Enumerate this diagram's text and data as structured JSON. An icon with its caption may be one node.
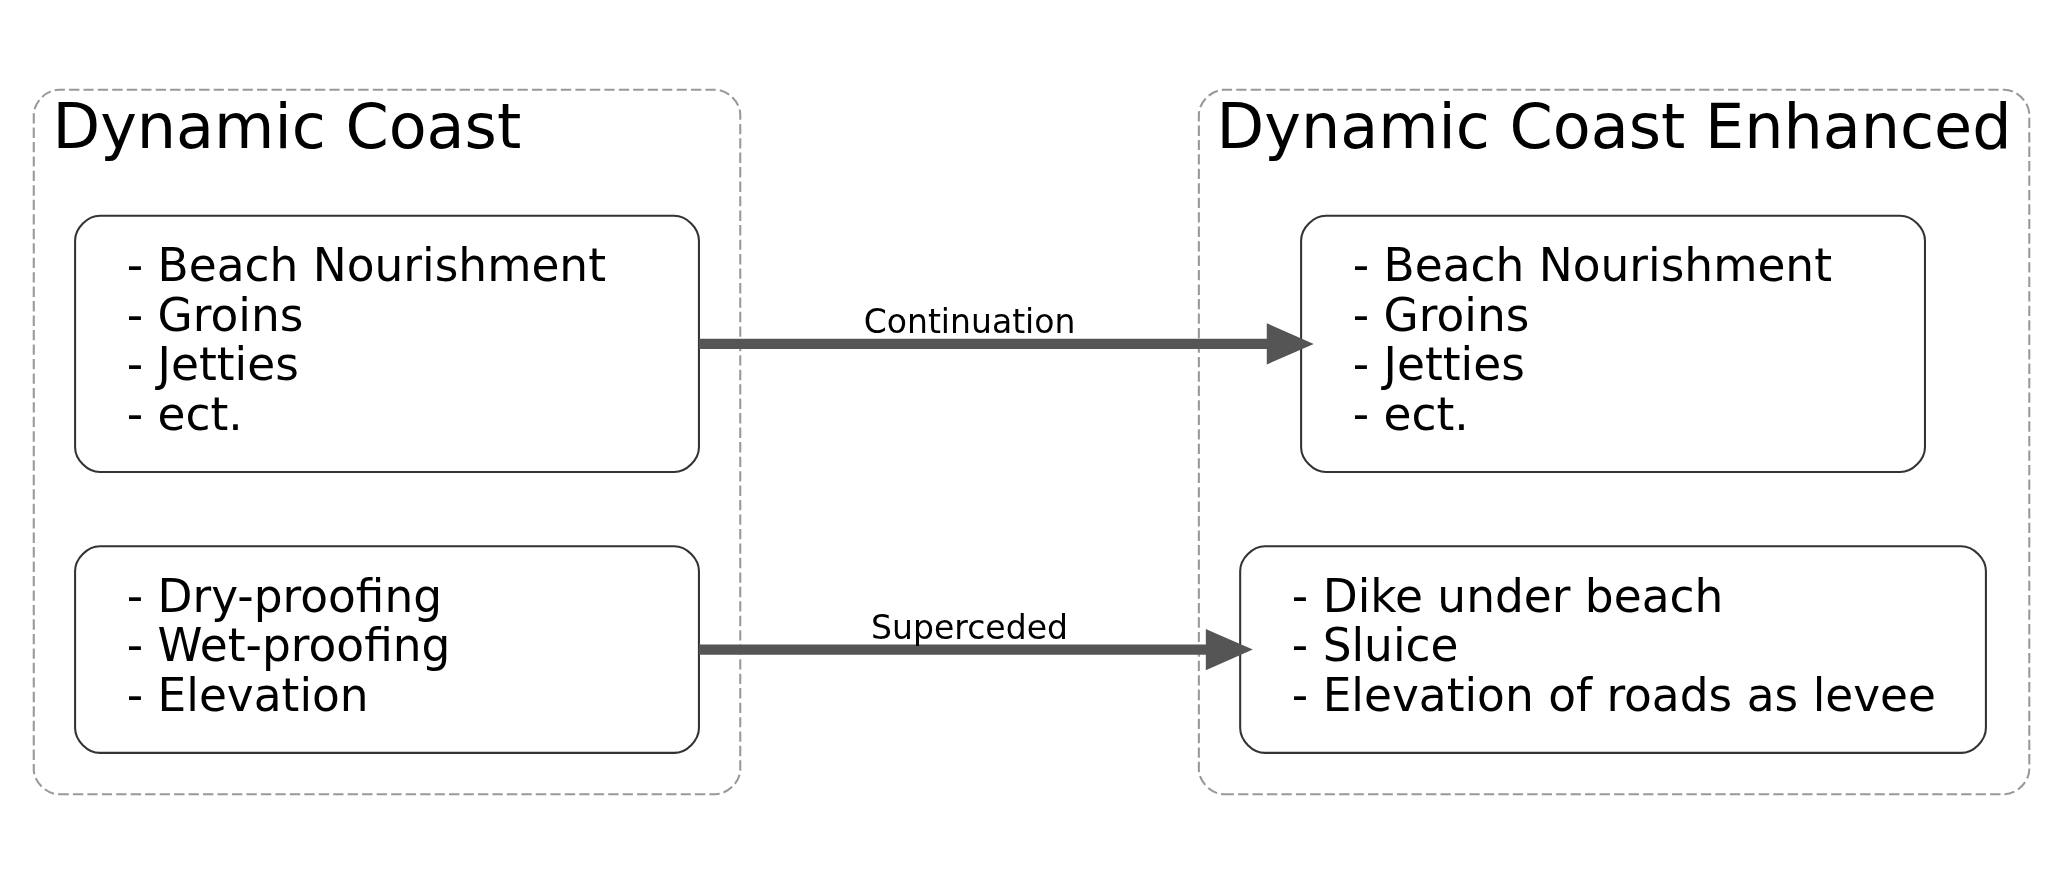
{
  "diagram": {
    "nodes": [
      {
        "text": [
          "Dynamic Coast"
        ]
      },
      {
        "text": [
          "- Beach Nourishment",
          "- Groins",
          "- Jetties",
          "- ect."
        ],
        "in": 0
      },
      {
        "text": [
          "- Dry-proofing",
          "- Wet-proofing",
          "- Elevation"
        ],
        "in": 0
      },
      {
        "text": [
          "Dynamic Coast Enhanced"
        ]
      },
      {
        "text": [
          "- Beach Nourishment",
          "- Groins",
          "- Jetties",
          "- ect."
        ],
        "in": 3
      },
      {
        "text": [
          "- Dike under beach",
          "- Sluice",
          "- Elevation of roads as levee"
        ],
        "in": 3
      }
    ],
    "edges": [
      {
        "from": 1,
        "to": 4,
        "label": "Continuation",
        "arrow": "to"
      },
      {
        "from": 2,
        "to": 5,
        "label": "Superceded",
        "arrow": "to"
      }
    ]
  }
}
